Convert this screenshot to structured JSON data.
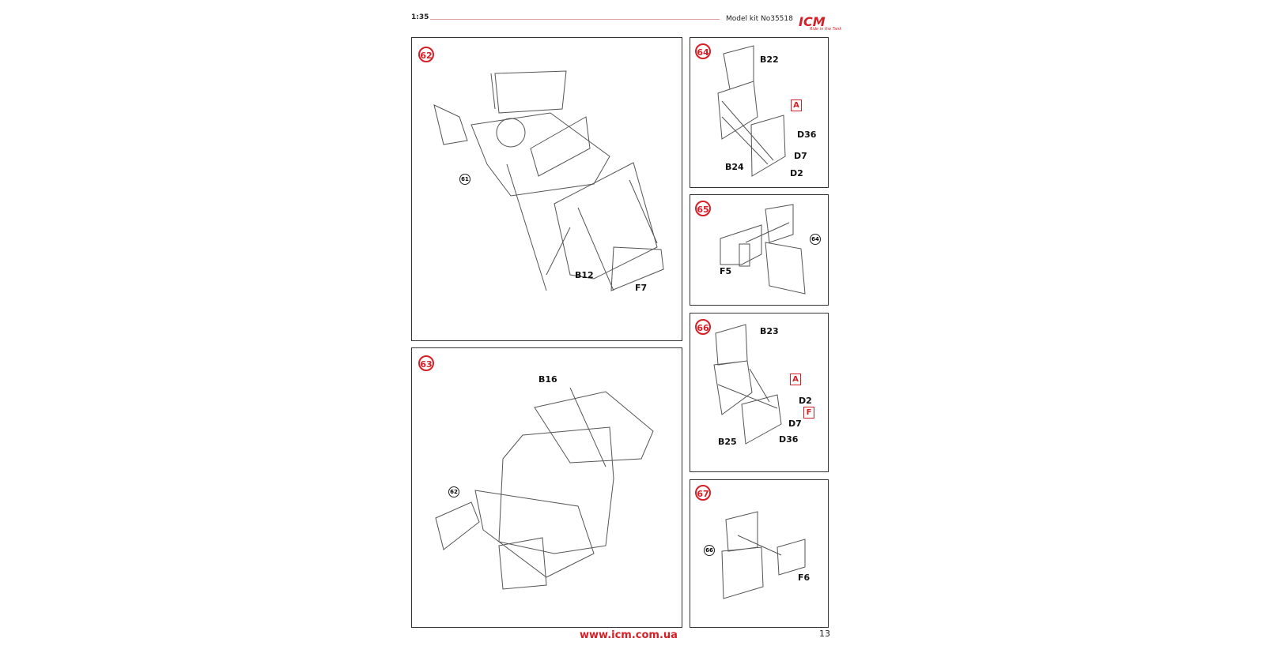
{
  "header": {
    "scale": "1:35",
    "model_kit": "Model kit No35518",
    "logo_text": "ICM",
    "logo_tagline": "Ride in the Tank"
  },
  "steps": [
    {
      "number": "62",
      "refs": [
        "61"
      ],
      "parts": [
        "B12",
        "F7"
      ]
    },
    {
      "number": "63",
      "refs": [
        "62"
      ],
      "parts": [
        "B16"
      ]
    },
    {
      "number": "64",
      "parts": [
        "B22",
        "B24",
        "D36",
        "D7",
        "D2"
      ],
      "callouts": [
        "A"
      ]
    },
    {
      "number": "65",
      "refs": [
        "64"
      ],
      "parts": [
        "F5"
      ]
    },
    {
      "number": "66",
      "parts": [
        "B23",
        "B25",
        "D2",
        "D7",
        "D36"
      ],
      "callouts": [
        "A",
        "F"
      ]
    },
    {
      "number": "67",
      "refs": [
        "66"
      ],
      "parts": [
        "F6"
      ]
    }
  ],
  "footer": {
    "website": "www.icm.com.ua",
    "page_number": "13"
  },
  "colors": {
    "accent": "#d42027"
  }
}
